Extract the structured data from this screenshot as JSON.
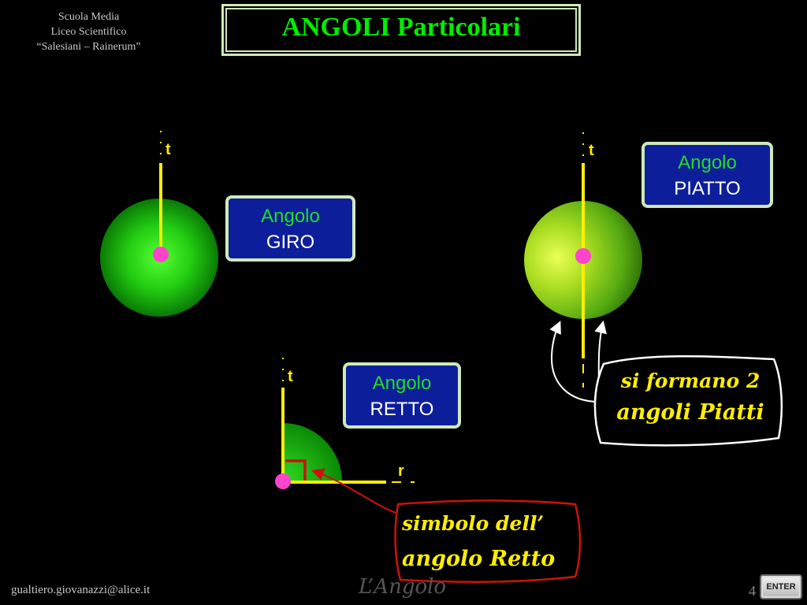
{
  "header": {
    "school_lines": [
      "Scuola Media",
      "Liceo Scientifico",
      "“Salesiani – Rainerum”"
    ],
    "title": "ANGOLI  Particolari"
  },
  "angles": {
    "giro": {
      "line1": "Angolo",
      "line2": "GIRO",
      "ray_label": "t"
    },
    "piatto": {
      "line1": "Angolo",
      "line2": "PIATTO",
      "ray_label": "t"
    },
    "retto": {
      "line1": "Angolo",
      "line2": "RETTO",
      "ray_label_vertical": "t",
      "ray_label_horizontal": "r"
    }
  },
  "notes": {
    "piatti": {
      "line1": "si formano 2",
      "line2": "angoli Piatti"
    },
    "retto_symbol": {
      "line1": "simbolo dell’",
      "line2": "angolo Retto"
    }
  },
  "footer": {
    "email": "gualtiero.giovanazzi@alice.it",
    "title": "L’Angolo",
    "page": "4",
    "enter_label": "ENTER"
  },
  "colors": {
    "background": "#000000",
    "title_green": "#00ee00",
    "ray_yellow": "#ffee00",
    "vertex_pink": "#ff44cc",
    "box_blue": "#0c1e9a",
    "note_border_red": "#cc1111"
  }
}
